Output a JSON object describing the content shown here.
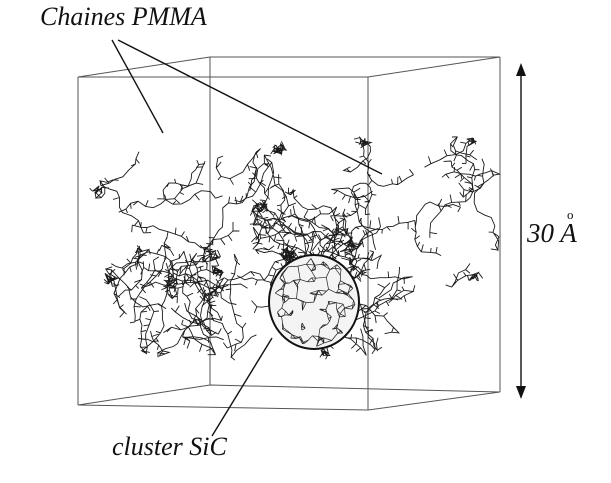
{
  "figure": {
    "label_chains": "Chaines PMMA",
    "label_cluster": "cluster SiC",
    "dimension_label": "30 A",
    "dimension_ring": "o"
  },
  "colors": {
    "background": "#ffffff",
    "ink": "#111111",
    "box": "#555555"
  }
}
